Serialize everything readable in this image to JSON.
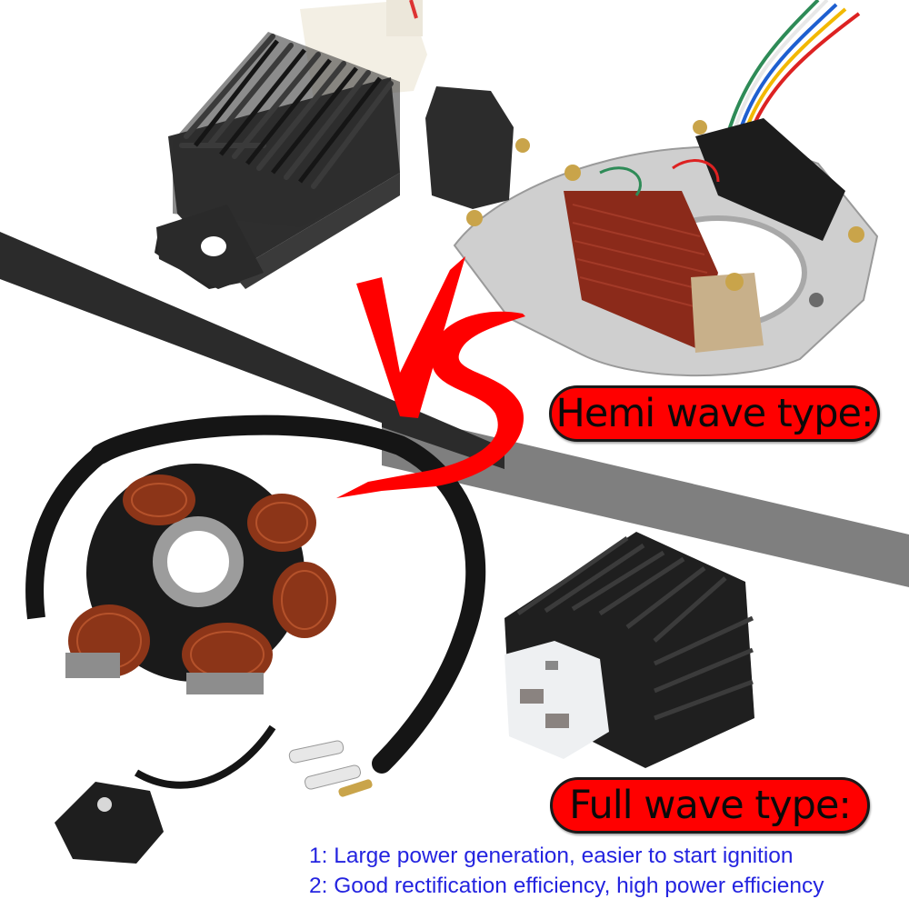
{
  "title": "Hemi wave vs Full wave regulator comparison",
  "vs_mark": {
    "text": "VS",
    "color": "#ff0000"
  },
  "labels": {
    "hemi": "Hemi wave type:",
    "full": "Full wave type:"
  },
  "features": [
    "1: Large power generation, easier to start ignition",
    "2: Good rectification efficiency, high power efficiency"
  ],
  "products": {
    "top_left": "half-wave regulator rectifier (black, finned, single mounting tab, white connector)",
    "top_right": "half-wave magneto stator (2 coils: copper and black, pickup coil, aluminium plate)",
    "bottom_left": "full-wave 6-coil stator with harness and pickup coil",
    "bottom_right": "full-wave regulator rectifier (black finned, white 4-pin connector)"
  },
  "colors": {
    "label_bg": "#ff0000",
    "label_text": "#0a0a0a",
    "feature_text": "#2424e0",
    "dark_band": "#2b2b2b",
    "grey_band": "#7f7f7f"
  }
}
